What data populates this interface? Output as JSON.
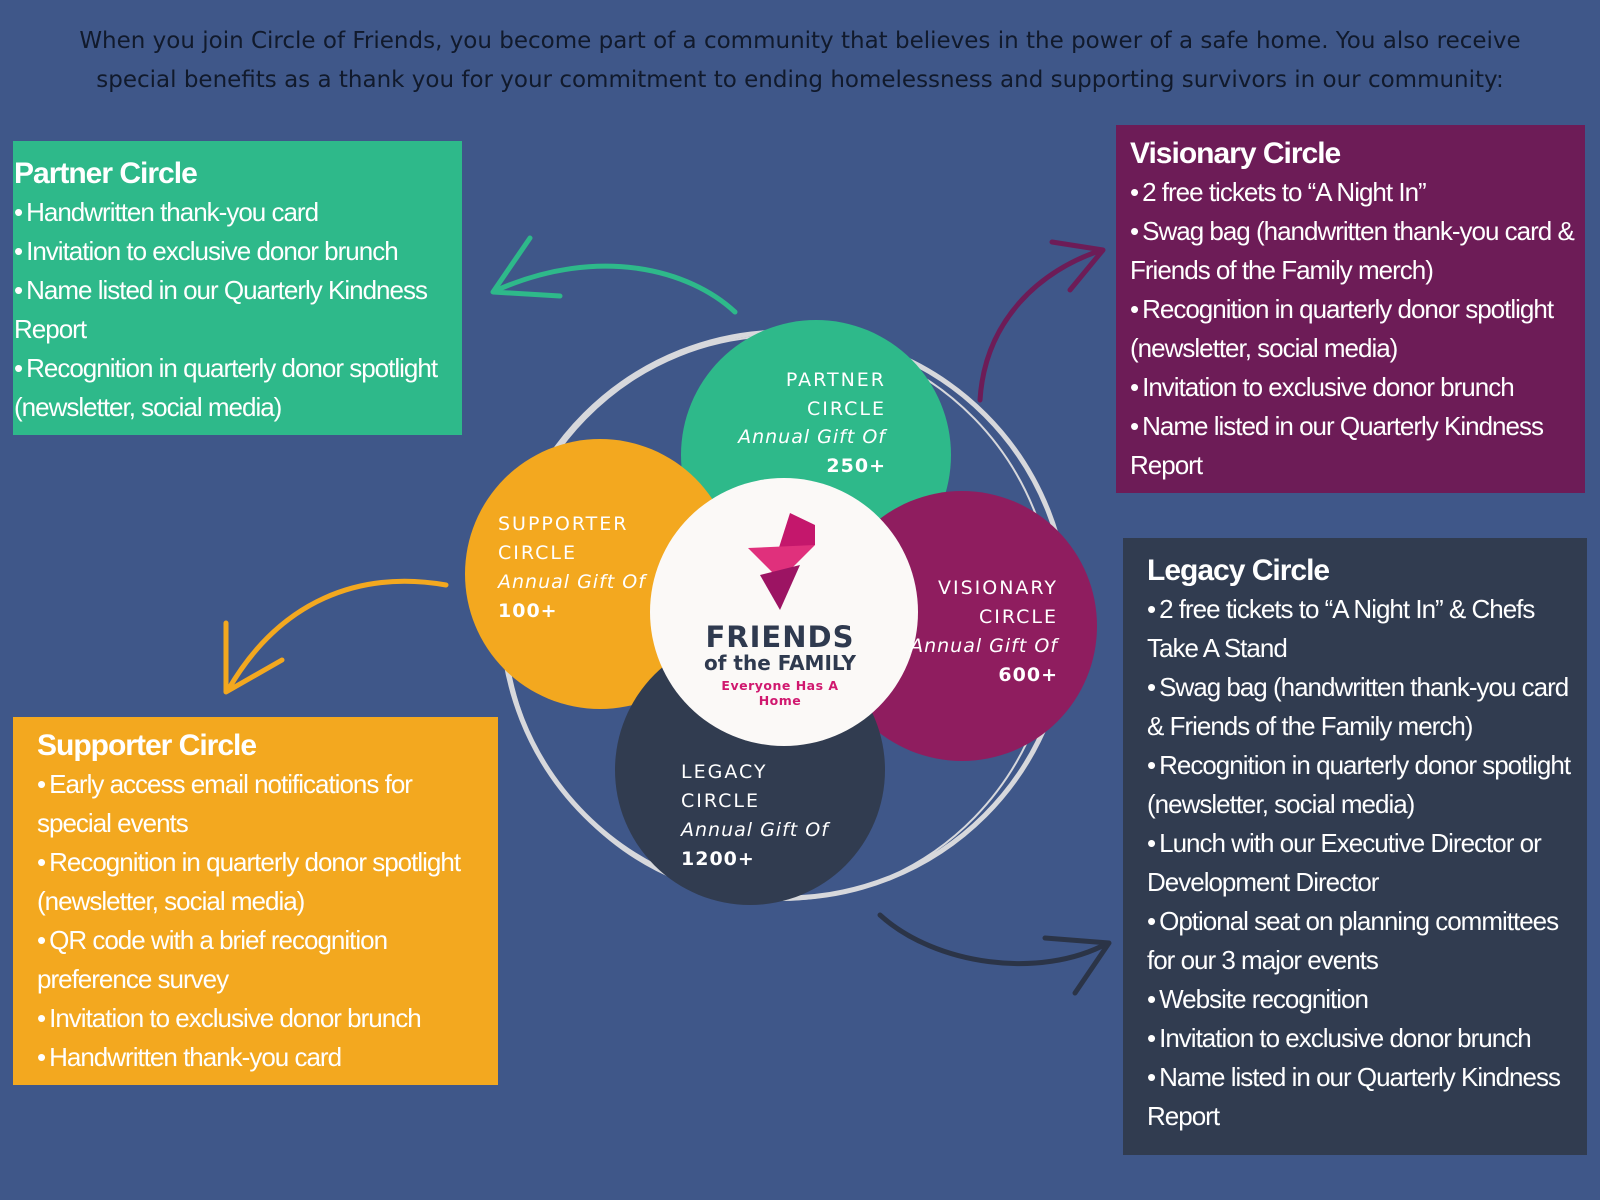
{
  "intro": {
    "line1": "When you join Circle of Friends, you become part of a community that believes in the power of a safe home. You also receive",
    "line2": "special benefits as a thank you for your commitment to ending homelessness and supporting survivors in our community:"
  },
  "colors": {
    "background": "#3f5789",
    "partner": "#2eb98a",
    "visionary": "#6d1c57",
    "visionary_circle": "#8f1d5f",
    "legacy": "#313c50",
    "supporter": "#f3a81f",
    "logo_accent": "#d0186f"
  },
  "boxes": {
    "partner": {
      "title": "Partner Circle",
      "items": [
        "Handwritten thank-you card",
        "Invitation to exclusive donor brunch",
        "Name listed in our Quarterly Kindness Report",
        "Recognition in quarterly donor spotlight (newsletter, social media)"
      ]
    },
    "visionary": {
      "title": "Visionary Circle",
      "items": [
        "2 free tickets to “A Night In”",
        "Swag bag (handwritten thank-you card & Friends of the Family merch)",
        "Recognition in quarterly donor spotlight (newsletter, social media)",
        "Invitation to exclusive donor brunch",
        "Name listed in our Quarterly Kindness Report"
      ]
    },
    "legacy": {
      "title": "Legacy Circle",
      "items": [
        "2 free tickets to “A Night In” & Chefs Take A Stand",
        "Swag bag (handwritten thank-you card & Friends of the Family merch)",
        "Recognition in quarterly donor spotlight (newsletter, social media)",
        "Lunch with our Executive Director or Development Director",
        "Optional seat on planning committees for our 3 major events",
        "Website recognition",
        "Invitation to exclusive donor brunch",
        "Name listed in our Quarterly Kindness Report"
      ]
    },
    "supporter": {
      "title": "Supporter Circle",
      "items": [
        "Early access email notifications for special events",
        "Recognition in quarterly donor spotlight (newsletter, social media)",
        "QR code with a brief recognition preference survey",
        "Invitation to exclusive donor brunch",
        "Handwritten thank-you card"
      ]
    }
  },
  "circles": {
    "partner": {
      "line1": "PARTNER",
      "line2": "CIRCLE",
      "gift": "Annual Gift Of",
      "amount": "250+"
    },
    "supporter": {
      "line1": "SUPPORTER",
      "line2": "CIRCLE",
      "gift": "Annual Gift Of",
      "amount": "100+"
    },
    "visionary": {
      "line1": "VISIONARY",
      "line2": "CIRCLE",
      "gift": "Annual Gift Of",
      "amount": "600+"
    },
    "legacy": {
      "line1": "LEGACY",
      "line2": "CIRCLE",
      "gift": "Annual Gift Of",
      "amount": "1200+"
    }
  },
  "logo": {
    "title": "FRIENDS",
    "subtitle": "of the FAMILY",
    "tagline": "Everyone Has A Home",
    "icon": "flame-heart-icon"
  }
}
